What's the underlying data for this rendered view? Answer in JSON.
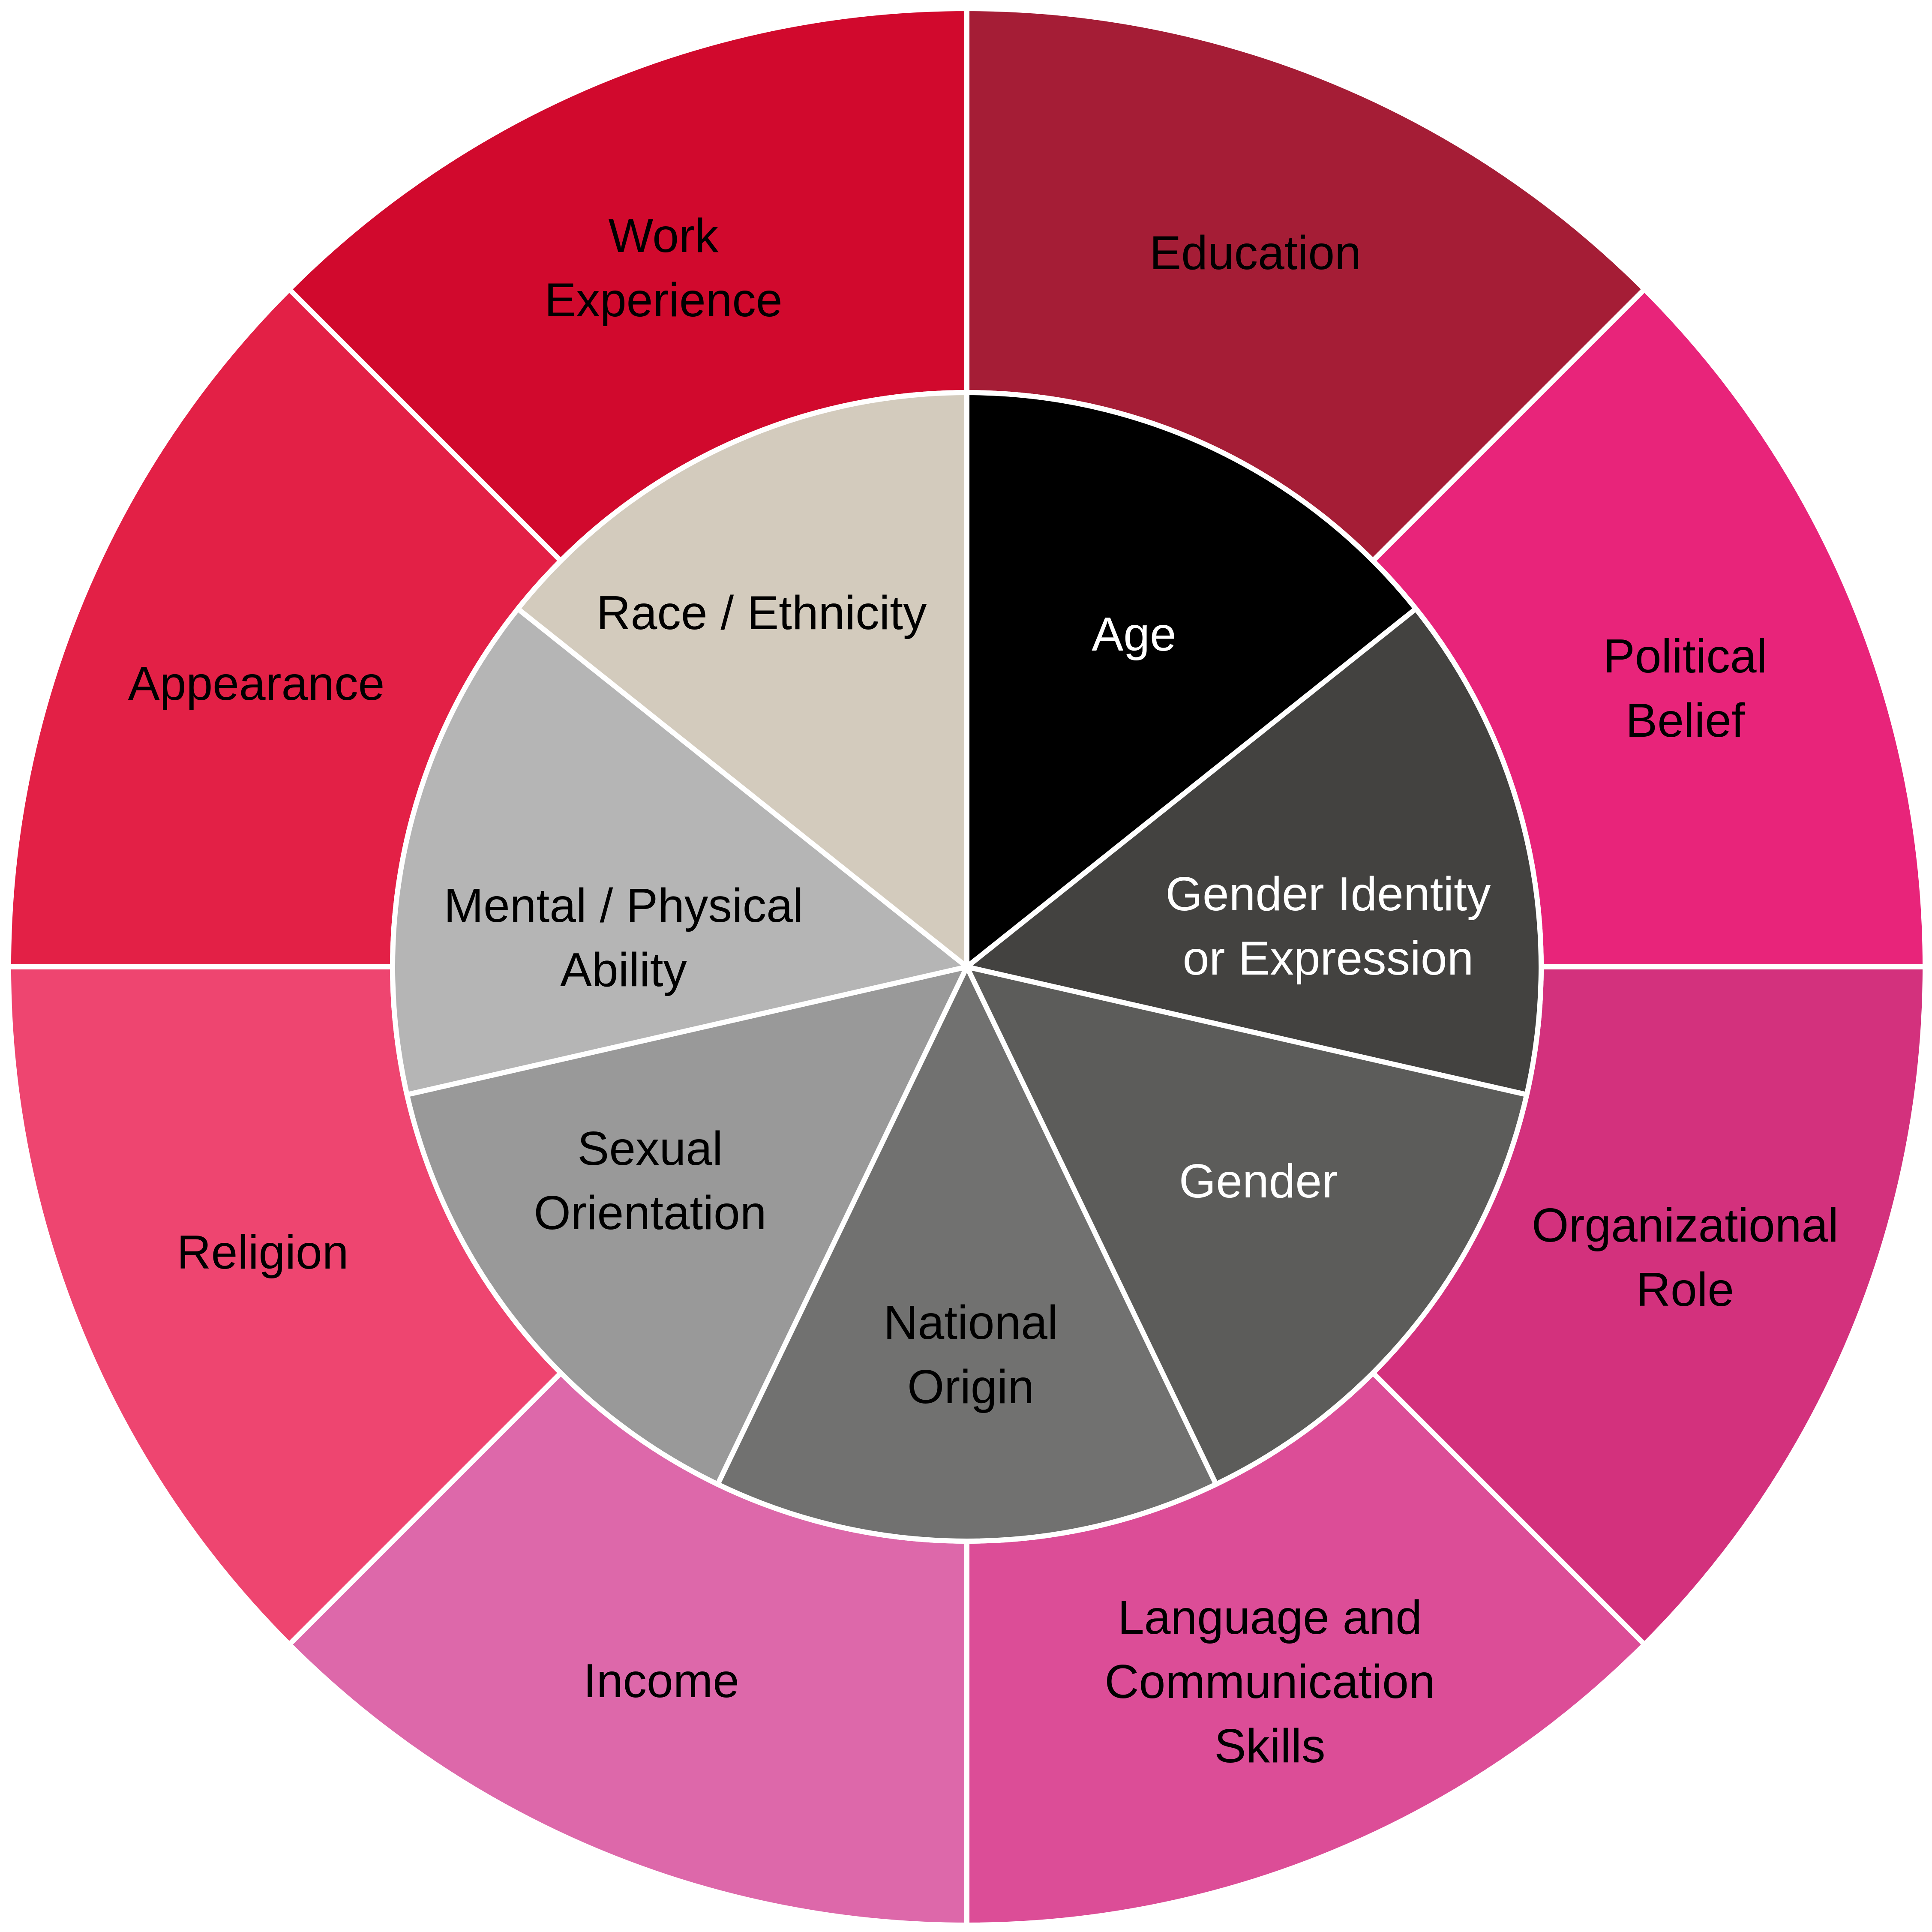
{
  "diagram": {
    "outer_ring": [
      {
        "label": [
          "Education"
        ],
        "color": "#A51D36"
      },
      {
        "label": [
          "Political",
          "Belief"
        ],
        "color": "#E8247A"
      },
      {
        "label": [
          "Organizational",
          "Role"
        ],
        "color": "#D3317D"
      },
      {
        "label": [
          "Language and",
          "Communication",
          "Skills"
        ],
        "color": "#DC4D97"
      },
      {
        "label": [
          "Income"
        ],
        "color": "#DD68AA"
      },
      {
        "label": [
          "Religion"
        ],
        "color": "#EE4570"
      },
      {
        "label": [
          "Appearance"
        ],
        "color": "#E32046"
      },
      {
        "label": [
          "Work",
          "Experience"
        ],
        "color": "#D1092D"
      }
    ],
    "inner_circle": [
      {
        "label": [
          "Age"
        ],
        "color": "#000000",
        "text_color": "#FFFFFF"
      },
      {
        "label": [
          "Gender Identity",
          "or Expression"
        ],
        "color": "#434240",
        "text_color": "#FFFFFF"
      },
      {
        "label": [
          "Gender"
        ],
        "color": "#5C5C5A",
        "text_color": "#FFFFFF"
      },
      {
        "label": [
          "National",
          "Origin"
        ],
        "color": "#717170",
        "text_color": "#000000"
      },
      {
        "label": [
          "Sexual",
          "Orientation"
        ],
        "color": "#999999",
        "text_color": "#000000"
      },
      {
        "label": [
          "Mental / Physical",
          "Ability"
        ],
        "color": "#B5B5B5",
        "text_color": "#000000"
      },
      {
        "label": [
          "Race / Ethnicity"
        ],
        "color": "#D3CBBD",
        "text_color": "#000000"
      }
    ],
    "outer_text_color": "#000000",
    "separator_color": "#FFFFFF"
  }
}
